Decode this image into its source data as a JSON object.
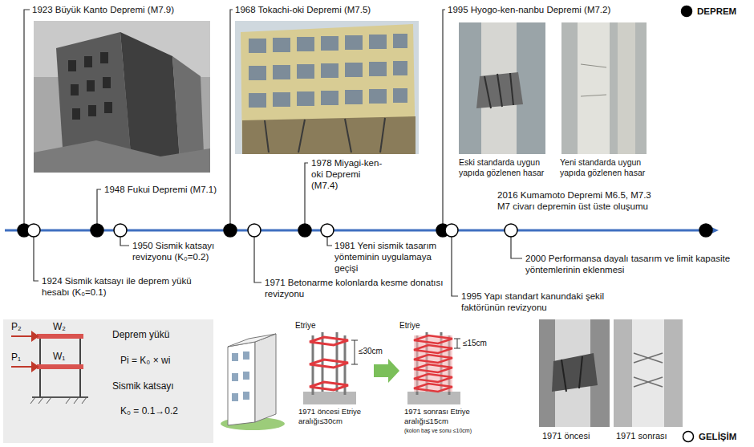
{
  "diagram": {
    "labels": [
      "1923 Büyük Kanto Depremi (M7.9)",
      "1968 Tokachi-oki Depremi (M7.5)",
      "1995 Hyogo-ken-nanbu Depremi (M7.2)",
      "Eski standarda uygun yapıda gözlenen hasar",
      "Yeni standarda uygun yapıda gözlenen hasar",
      "1948 Fukui Depremi (M7.1)",
      "1978 Miyagi-ken-oki Depremi (M7.4)",
      "2016 Kumamoto Depremi M6.5, M7.3 M7 civarı depremin üst üste oluşumu",
      "1950 Sismik katsayı revizyonu (K₀=0.2)",
      "1981 Yeni sismik tasarım yönteminin uygulamaya geçişi",
      "2000 Performansa dayalı tasarım ve limit kapasite yöntemlerinin eklenmesi",
      "1995 Yapı standart kanundaki şekil faktörünün revizyonu",
      "1971 Betonarme kolonlarda kesme donatısı revizyonu",
      "1924 Sismik katsayı ile deprem yükü hesabı (K₀=0.1)",
      "P₂",
      "P₁",
      "W₂",
      "W₁",
      "Deprem yükü",
      "Pi = K₀ × wi",
      "Sismik katsayı",
      "K₀ = 0.1→0.2",
      "Etriye",
      "Etriye",
      "≤30cm",
      "≤15cm",
      "1971 öncesi Etriye aralığı≤30cm",
      "1971 sonrası Etriye aralığı≤15cm",
      "(kolon baş ve sonu ≤10cm)",
      "1971 öncesi",
      "1971 sonrası"
    ],
    "legend": [
      {
        "text": "DEPREM"
      },
      {
        "text": "GELİŞİM"
      }
    ]
  }
}
